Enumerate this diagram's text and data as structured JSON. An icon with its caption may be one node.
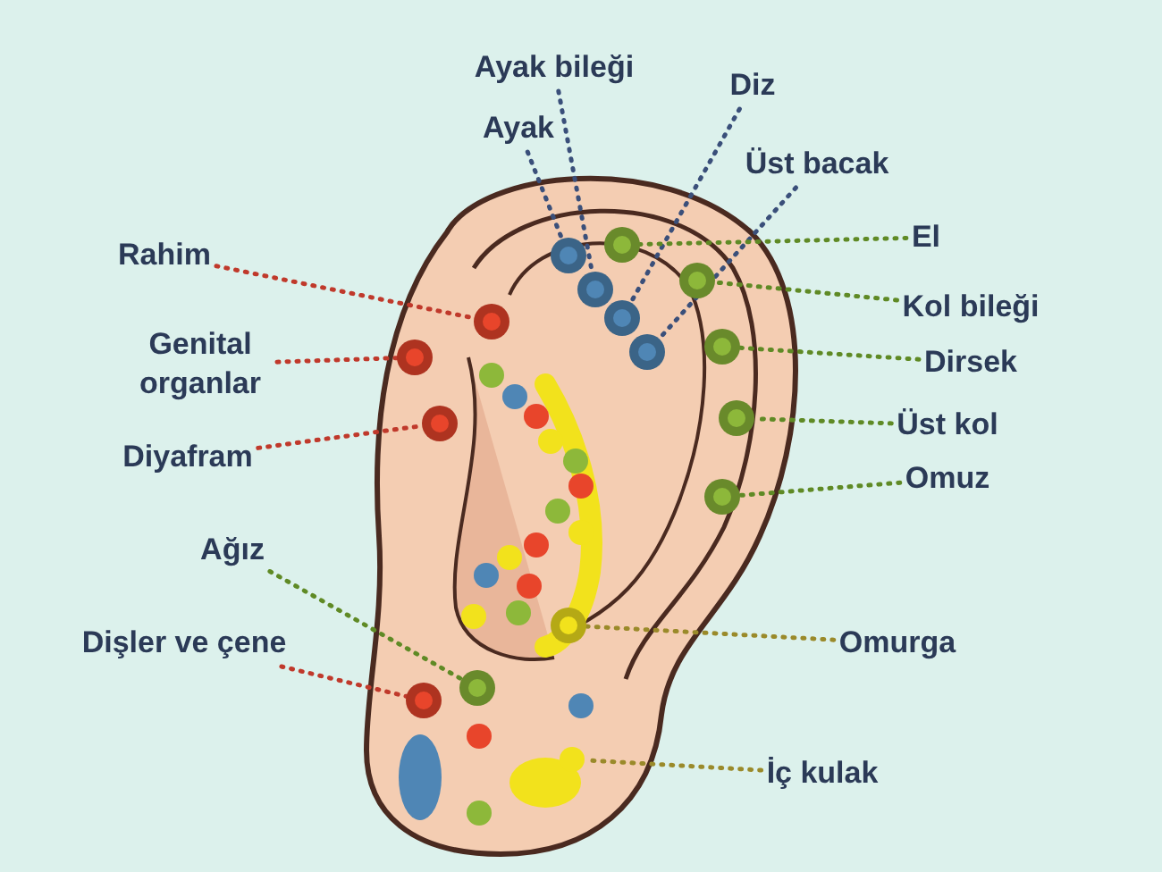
{
  "diagram": {
    "nodes": [
      {
        "text": [
          "Ayak bileği"
        ]
      },
      {
        "text": [
          "Diz"
        ]
      },
      {
        "text": [
          "Ayak"
        ]
      },
      {
        "text": [
          "Üst bacak"
        ]
      },
      {
        "text": [
          "Rahim"
        ]
      },
      {
        "text": [
          "El"
        ]
      },
      {
        "text": [
          "Kol bileği"
        ]
      },
      {
        "text": [
          "Genital organlar"
        ]
      },
      {
        "text": [
          "Dirsek"
        ]
      },
      {
        "text": [
          "Diyafram"
        ]
      },
      {
        "text": [
          "Üst kol"
        ]
      },
      {
        "text": [
          "Omuz"
        ]
      },
      {
        "text": [
          "Ağız"
        ]
      },
      {
        "text": [
          "Dişler ve çene"
        ]
      },
      {
        "text": [
          "Omurga"
        ]
      },
      {
        "text": [
          "İç kulak"
        ]
      },
      {
        "text": [],
        "shape": "circle"
      },
      {
        "text": [],
        "shape": "circle"
      },
      {
        "text": [],
        "shape": "circle"
      },
      {
        "text": [],
        "shape": "circle"
      },
      {
        "text": [],
        "shape": "circle"
      },
      {
        "text": [],
        "shape": "circle"
      },
      {
        "text": [],
        "shape": "circle"
      },
      {
        "text": [],
        "shape": "circle"
      },
      {
        "text": [],
        "shape": "circle"
      },
      {
        "text": [],
        "shape": "circle"
      },
      {
        "text": [],
        "shape": "circle"
      },
      {
        "text": [],
        "shape": "circle"
      },
      {
        "text": [],
        "shape": "circle"
      },
      {
        "text": [],
        "shape": "circle"
      },
      {
        "text": [],
        "shape": "circle"
      },
      {
        "text": [],
        "shape": "bar"
      }
    ],
    "edges": [
      {
        "from": 0,
        "to": 16,
        "arrow": "none",
        "style": "dashed",
        "color": "#3a4f7a"
      },
      {
        "from": 1,
        "to": 17,
        "arrow": "none",
        "style": "dashed",
        "color": "#3a4f7a"
      },
      {
        "from": 2,
        "to": 18,
        "arrow": "none",
        "style": "dashed",
        "color": "#3a4f7a"
      },
      {
        "from": 3,
        "to": 19,
        "arrow": "none",
        "style": "dashed",
        "color": "#3a4f7a"
      },
      {
        "from": 4,
        "to": 20,
        "arrow": "none",
        "style": "dashed",
        "color": "#c0392b"
      },
      {
        "from": 5,
        "to": 21,
        "arrow": "none",
        "style": "dashed"
      },
      {
        "from": 6,
        "to": 22,
        "arrow": "none",
        "style": "dashed"
      },
      {
        "from": 7,
        "to": 23,
        "arrow": "none",
        "style": "dashed",
        "color": "#c0392b"
      },
      {
        "from": 8,
        "to": 24,
        "arrow": "none",
        "style": "dashed"
      },
      {
        "from": 9,
        "to": 25,
        "arrow": "none",
        "style": "dashed",
        "color": "#c0392b"
      },
      {
        "from": 10,
        "to": 26,
        "arrow": "none",
        "style": "dashed"
      },
      {
        "from": 11,
        "to": 27,
        "arrow": "none",
        "style": "dashed"
      },
      {
        "from": 12,
        "to": 28,
        "arrow": "none",
        "style": "dashed"
      },
      {
        "from": 13,
        "to": 29,
        "arrow": "none",
        "style": "dashed",
        "color": "#c0392b"
      },
      {
        "from": 14,
        "to": 30,
        "arrow": "none",
        "style": "dashed",
        "color": "#9a8a2a"
      },
      {
        "from": 15,
        "to": 31,
        "arrow": "none",
        "style": "dashed",
        "color": "#9a8a2a"
      }
    ]
  }
}
